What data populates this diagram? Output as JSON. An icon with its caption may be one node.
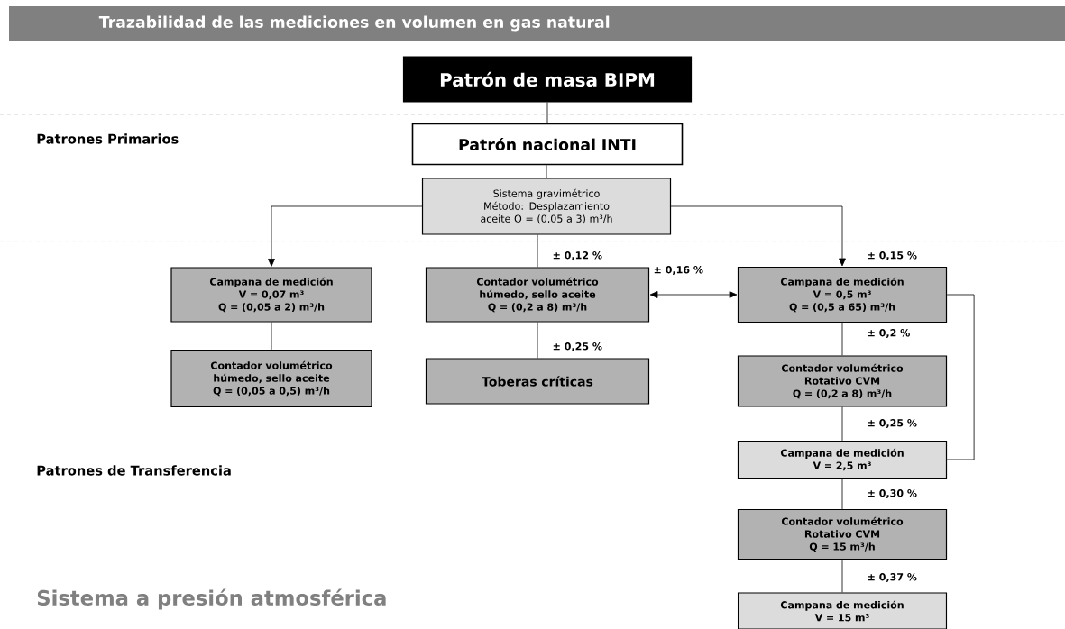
{
  "diagram": {
    "title": "Trazabilidad de las mediciones en volumen en gas natural",
    "nodes": [
      {
        "text": [
          "Patrón de masa BIPM"
        ]
      },
      {
        "text": [
          "Patrón nacional INTI"
        ]
      },
      {
        "text": [
          "Sistema gravimétrico",
          "Método: Desplazamiento aceite Q = (0,05 a 3) m³/h"
        ]
      },
      {
        "text": [
          "Campana de medición",
          "V = 0,07 m³",
          "Q = (0,05 a 2) m³/h"
        ]
      },
      {
        "text": [
          "Contador volumétrico húmedo, sello aceite",
          "Q = (0,05 a 0,5) m³/h"
        ]
      },
      {
        "text": [
          "Contador volumétrico húmedo, sello aceite",
          "Q = (0,2 a 8) m³/h"
        ]
      },
      {
        "text": [
          "Toberas críticas"
        ]
      },
      {
        "text": [
          "Campana de medición",
          "V = 0,5 m³",
          "Q = (0,5 a 65) m³/h"
        ]
      },
      {
        "text": [
          "Contador volumétrico Rotativo CVM",
          "Q = (0,2 a 8) m³/h"
        ]
      },
      {
        "text": [
          "Campana de medición",
          "V = 2,5 m³"
        ]
      },
      {
        "text": [
          "Contador volumétrico Rotativo CVM",
          "Q =  15 m³/h"
        ]
      },
      {
        "text": [
          "Campana de medición",
          "V = 15 m³"
        ]
      }
    ],
    "edges": [
      {
        "from": 0,
        "to": 1,
        "arrow": "none"
      },
      {
        "from": 1,
        "to": 2,
        "arrow": "none"
      },
      {
        "from": 2,
        "to": 3,
        "arrow": "to"
      },
      {
        "from": 2,
        "to": 5,
        "arrow": "none",
        "label": "± 0,12 %"
      },
      {
        "from": 2,
        "to": 7,
        "arrow": "to",
        "label": "± 0,15 %"
      },
      {
        "from": 3,
        "to": 4,
        "arrow": "none"
      },
      {
        "from": 5,
        "to": 6,
        "arrow": "none",
        "label": "± 0,25 %"
      },
      {
        "from": 5,
        "to": 7,
        "arrow": "both",
        "label": "± 0,16 %"
      },
      {
        "from": 7,
        "to": 8,
        "arrow": "none",
        "label": "± 0,2 %"
      },
      {
        "from": 7,
        "to": 9,
        "arrow": "none"
      },
      {
        "from": 8,
        "to": 9,
        "arrow": "none",
        "label": "± 0,25 %"
      },
      {
        "from": 9,
        "to": 10,
        "arrow": "none",
        "label": "± 0,30 %"
      },
      {
        "from": 10,
        "to": 11,
        "arrow": "none",
        "label": "± 0,37 %"
      }
    ],
    "labels": [
      "Patrones Primarios",
      "Patrones de Transferencia",
      "Sistema a presión atmosférica"
    ]
  }
}
